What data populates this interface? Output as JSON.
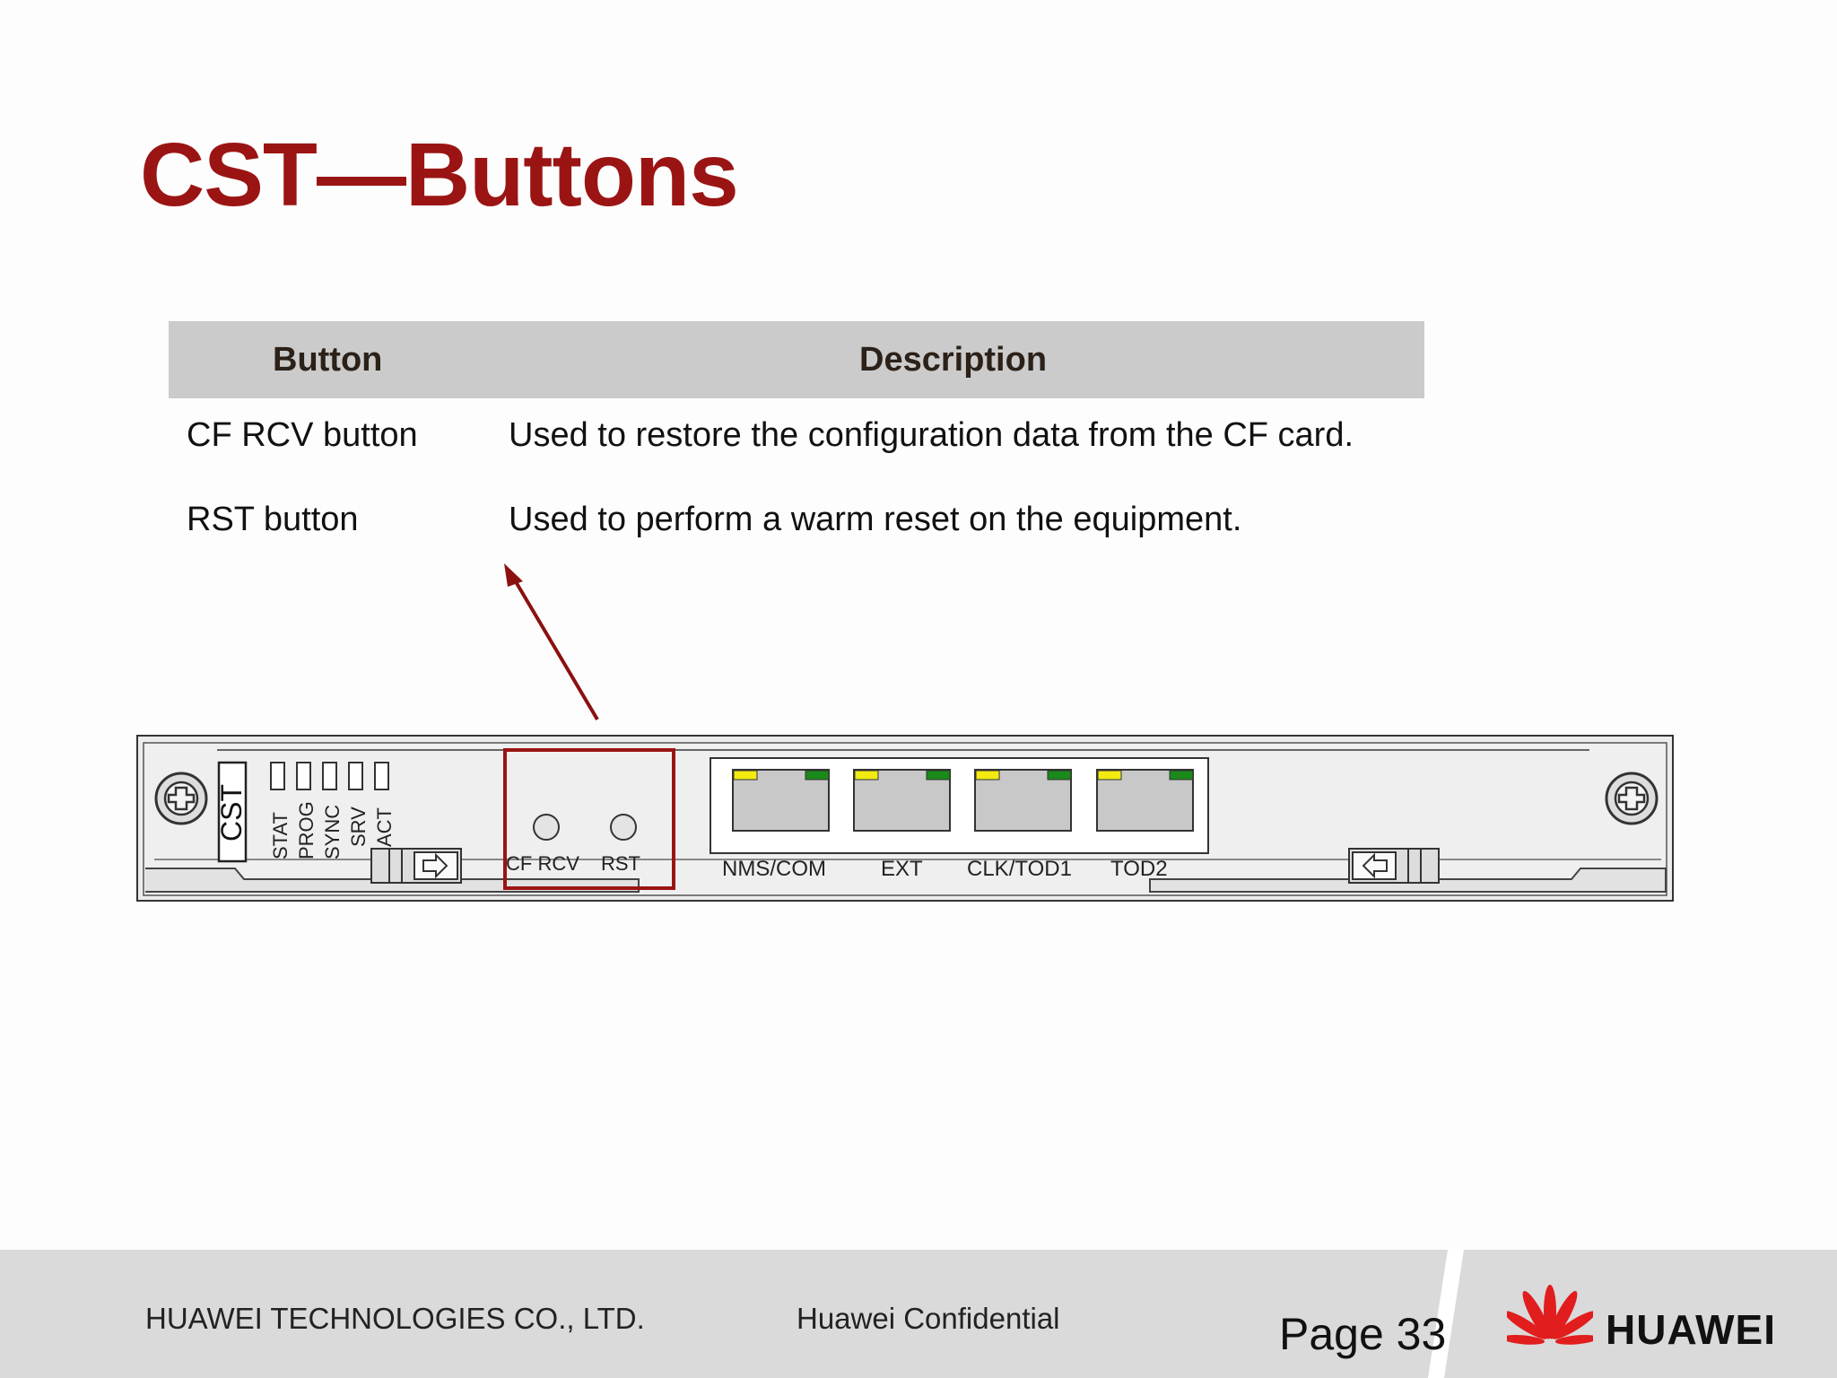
{
  "slide": {
    "title": "CST—Buttons"
  },
  "table": {
    "headers": {
      "button": "Button",
      "description": "Description"
    },
    "rows": [
      {
        "button": "CF RCV button",
        "description": "Used to restore the configuration data from the CF card."
      },
      {
        "button": "RST button",
        "description": "Used to perform a warm reset on the equipment."
      }
    ]
  },
  "board": {
    "name": "CST",
    "indicators": [
      "STAT",
      "PROG",
      "SYNC",
      "SRV",
      "ACT"
    ],
    "buttons": [
      "CF RCV",
      "RST"
    ],
    "ports": [
      "NMS/COM",
      "EXT",
      "CLK/TOD1",
      "TOD2"
    ],
    "highlight_color": "#9b1414",
    "led_yellow": "#f2ea10",
    "led_green": "#1a8a1a"
  },
  "footer": {
    "company": "HUAWEI TECHNOLOGIES CO., LTD.",
    "confidential": "Huawei Confidential",
    "page": "Page 33",
    "brand": "HUAWEI"
  },
  "colors": {
    "accent": "#9b1414",
    "table_header_bg": "#cbcbcb",
    "footer_bg": "#dadada"
  }
}
